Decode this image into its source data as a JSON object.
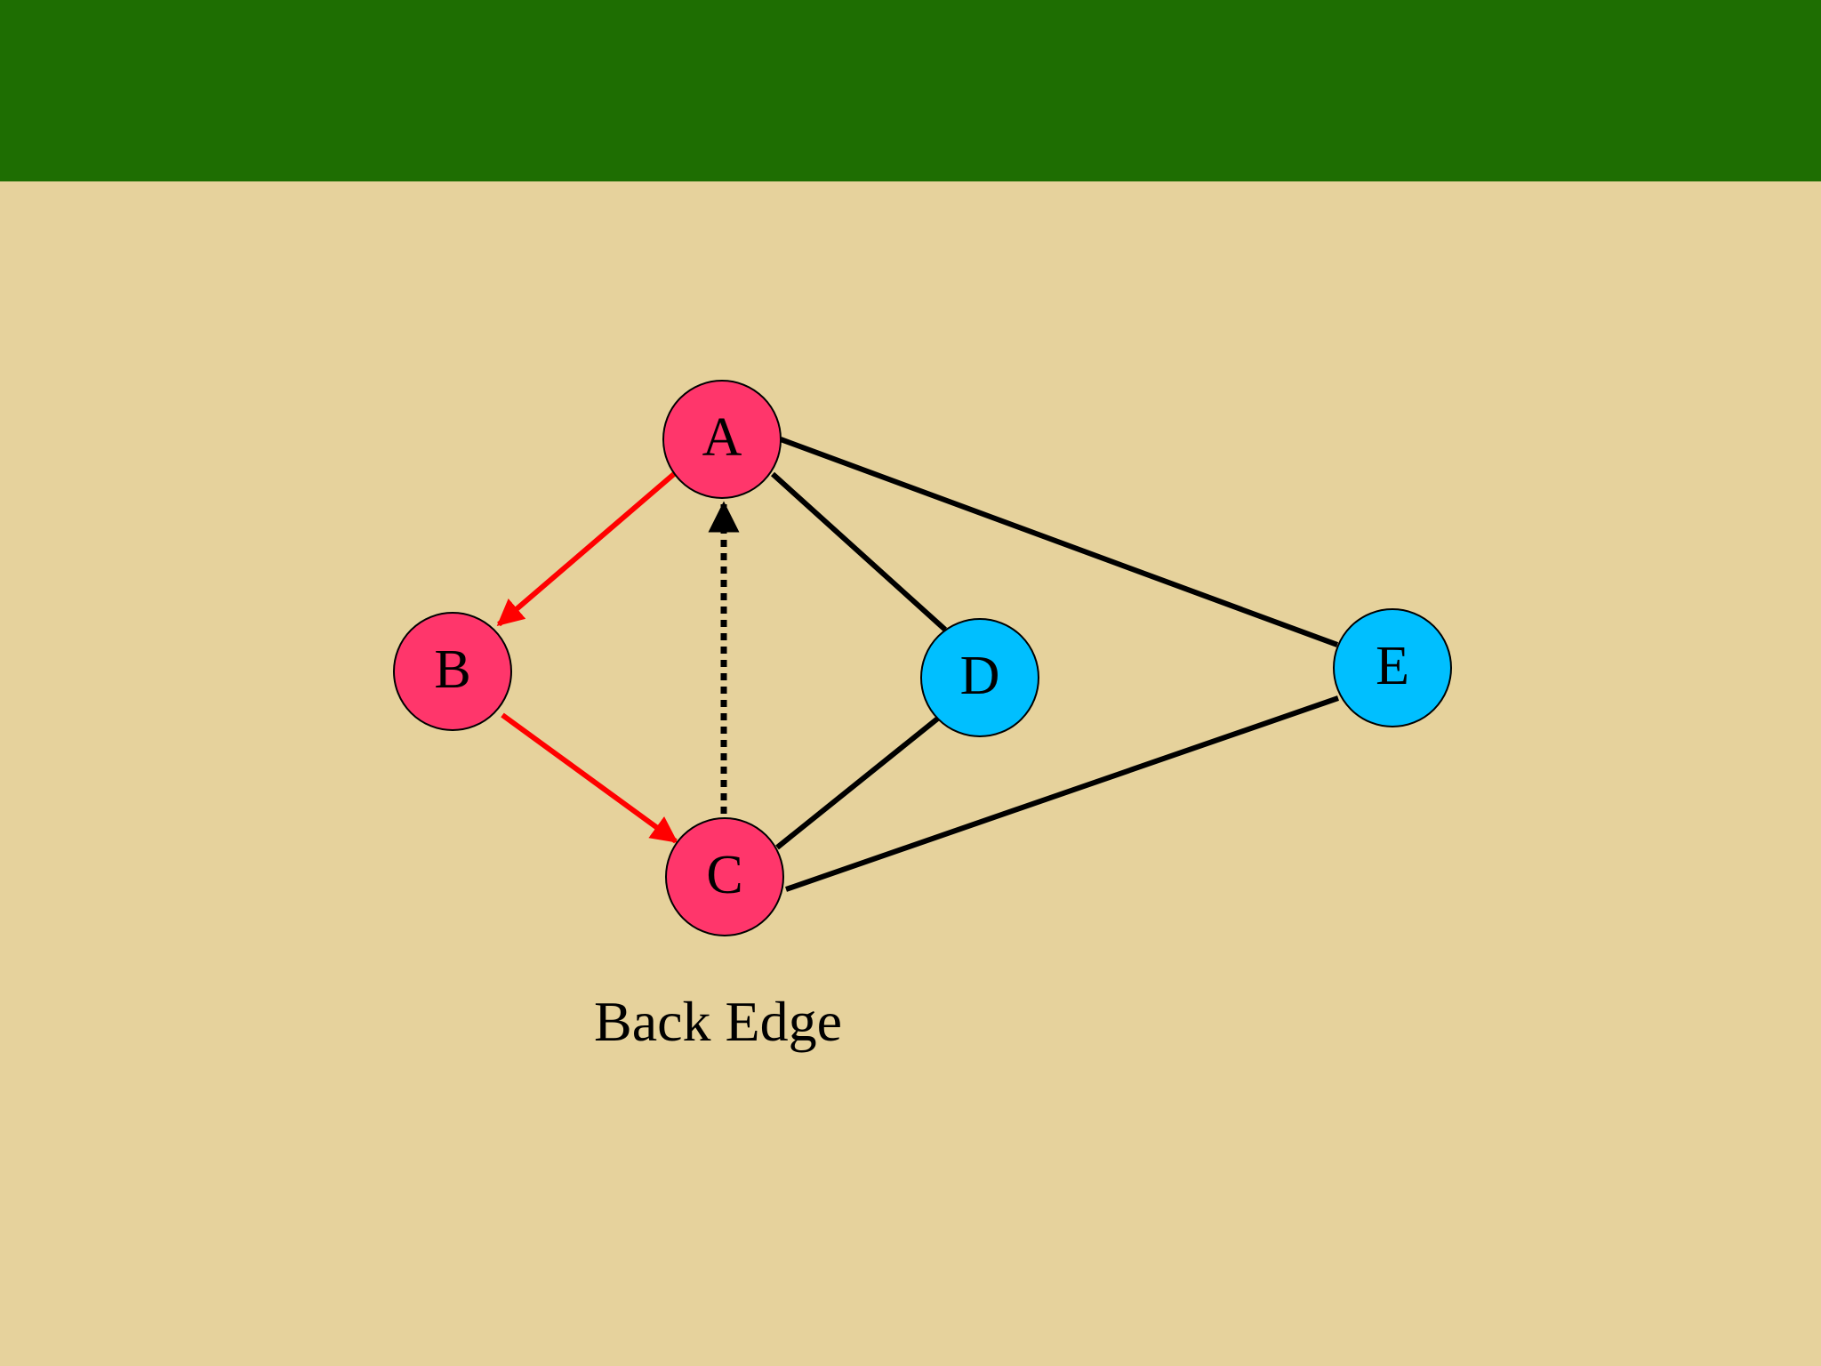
{
  "colors": {
    "background": "#E6D29C",
    "header_bar": "#1E6E02",
    "visited_node": "#FF366B",
    "unvisited_node": "#00BFFF",
    "tree_edge": "#FF0000",
    "graph_edge": "#000000",
    "back_edge": "#000000"
  },
  "diagram": {
    "nodes": [
      {
        "id": "A",
        "label": "A",
        "state": "visited"
      },
      {
        "id": "B",
        "label": "B",
        "state": "visited"
      },
      {
        "id": "C",
        "label": "C",
        "state": "visited"
      },
      {
        "id": "D",
        "label": "D",
        "state": "unvisited"
      },
      {
        "id": "E",
        "label": "E",
        "state": "unvisited"
      }
    ],
    "edges": [
      {
        "from": "A",
        "to": "B",
        "kind": "tree",
        "directed": true
      },
      {
        "from": "B",
        "to": "C",
        "kind": "tree",
        "directed": true
      },
      {
        "from": "C",
        "to": "A",
        "kind": "back",
        "directed": true,
        "style": "dotted"
      },
      {
        "from": "A",
        "to": "D",
        "kind": "graph",
        "directed": false
      },
      {
        "from": "A",
        "to": "E",
        "kind": "graph",
        "directed": false
      },
      {
        "from": "C",
        "to": "D",
        "kind": "graph",
        "directed": false
      },
      {
        "from": "C",
        "to": "E",
        "kind": "graph",
        "directed": false
      }
    ],
    "caption": "Back Edge"
  }
}
